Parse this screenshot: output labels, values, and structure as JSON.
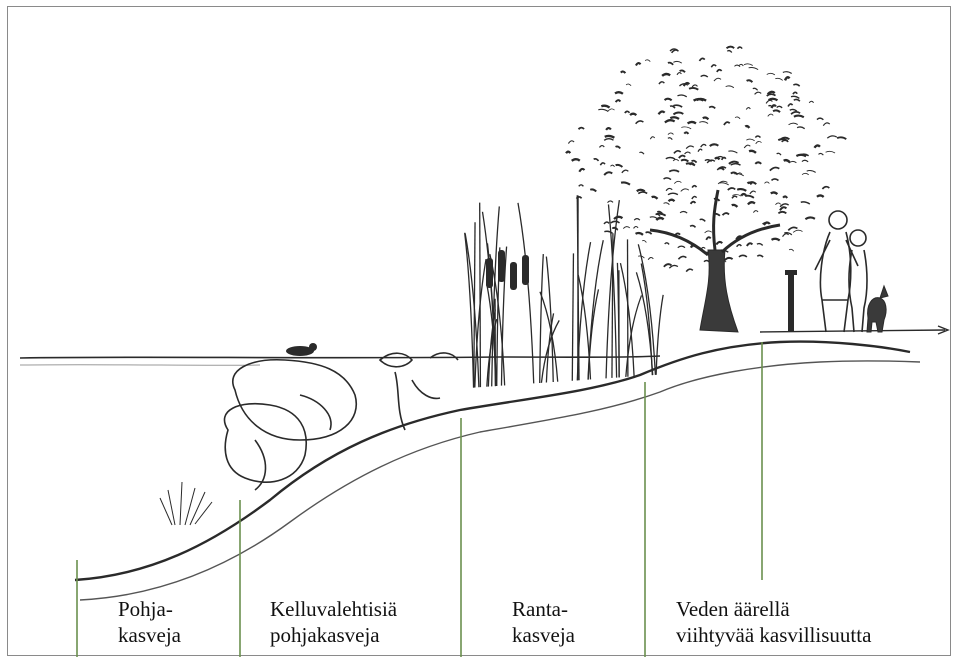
{
  "zones": [
    {
      "line1": "Pohja-",
      "line2": "kasveja"
    },
    {
      "line1": "Kelluvalehtisiä",
      "line2": "pohjakasveja"
    },
    {
      "line1": "Ranta-",
      "line2": "kasveja"
    },
    {
      "line1": "Veden äärellä",
      "line2": "viihtyvää kasvillisuutta"
    }
  ],
  "colors": {
    "frame": "#8a8a8a",
    "ink": "#2a2a2a",
    "leader": "#6b8f4e",
    "text": "#111111"
  }
}
